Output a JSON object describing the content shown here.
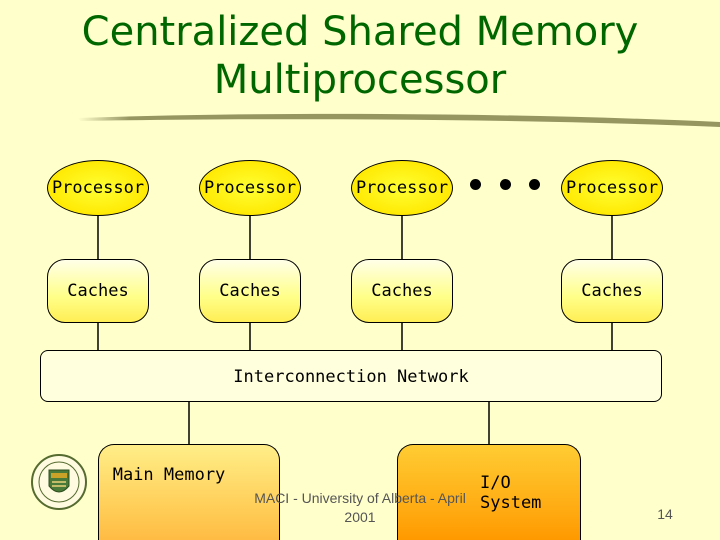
{
  "title": {
    "line1": "Centralized Shared Memory",
    "line2": "Multiprocessor"
  },
  "processors": [
    {
      "label": "Processor"
    },
    {
      "label": "Processor"
    },
    {
      "label": "Processor"
    },
    {
      "label": "Processor"
    }
  ],
  "caches": [
    {
      "label": "Caches"
    },
    {
      "label": "Caches"
    },
    {
      "label": "Caches"
    },
    {
      "label": "Caches"
    }
  ],
  "network": {
    "label": "Interconnection Network"
  },
  "main_memory": {
    "label": "Main Memory"
  },
  "io_system": {
    "label": "I/O System"
  },
  "footer": {
    "line1": "MACI - University of Alberta - April",
    "line2": "2001",
    "page_number": "14"
  },
  "colors": {
    "title": "#006600",
    "background": "#ffffcc",
    "processor_fill": "#ffff00",
    "io_fill": "#ffaa11"
  }
}
